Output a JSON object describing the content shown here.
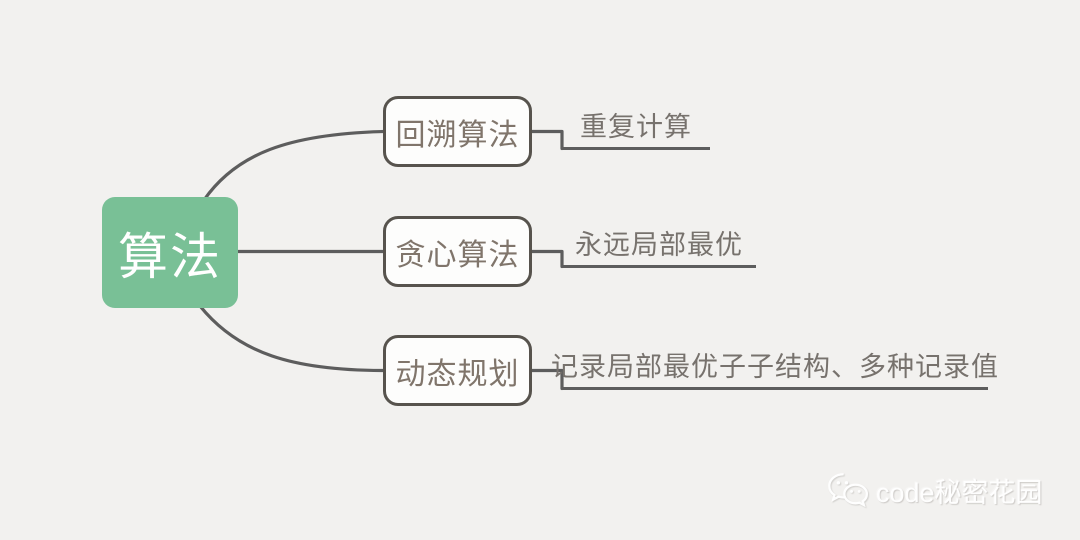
{
  "mindmap": {
    "root": {
      "label": "算法"
    },
    "branches": [
      {
        "label": "回溯算法",
        "note": "重复计算"
      },
      {
        "label": "贪心算法",
        "note": "永远局部最优"
      },
      {
        "label": "动态规划",
        "note": "记录局部最优子子结构、多种记录值"
      }
    ]
  },
  "watermark": {
    "text": "code秘密花园"
  },
  "colors": {
    "background": "#f2f1ef",
    "root_bg": "#79c096",
    "root_text": "#ffffff",
    "node_border": "#57534d",
    "node_text": "#80756b",
    "note_text": "#77726d",
    "line": "#5d5d5d",
    "watermark_text": "#ffffff"
  }
}
